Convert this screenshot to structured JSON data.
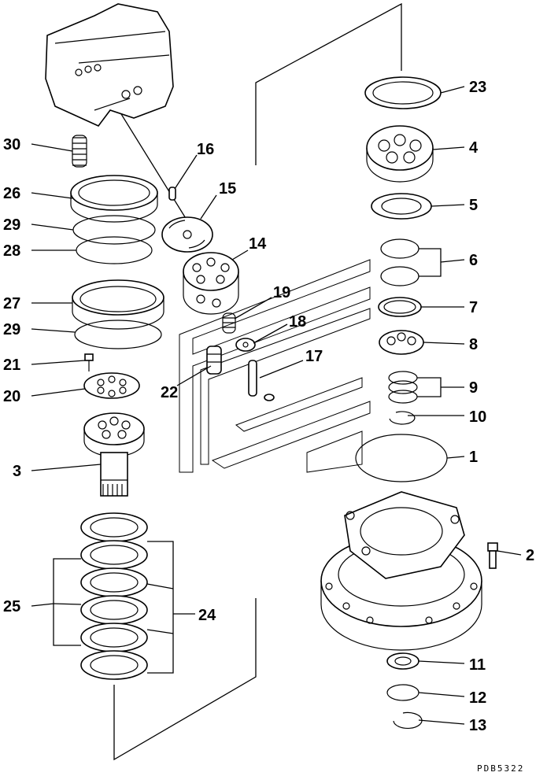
{
  "labels": {
    "p1": "1",
    "p2": "2",
    "p3": "3",
    "p4": "4",
    "p5": "5",
    "p6": "6",
    "p7": "7",
    "p8": "8",
    "p9": "9",
    "p10": "10",
    "p11": "11",
    "p12": "12",
    "p13": "13",
    "p14": "14",
    "p15": "15",
    "p16": "16",
    "p17": "17",
    "p18": "18",
    "p19": "19",
    "p20": "20",
    "p21": "21",
    "p22": "22",
    "p23": "23",
    "p24": "24",
    "p25": "25",
    "p26": "26",
    "p27": "27",
    "p28": "28",
    "p29a": "29",
    "p29b": "29",
    "p30": "30"
  },
  "doc_id": "PDB5322"
}
